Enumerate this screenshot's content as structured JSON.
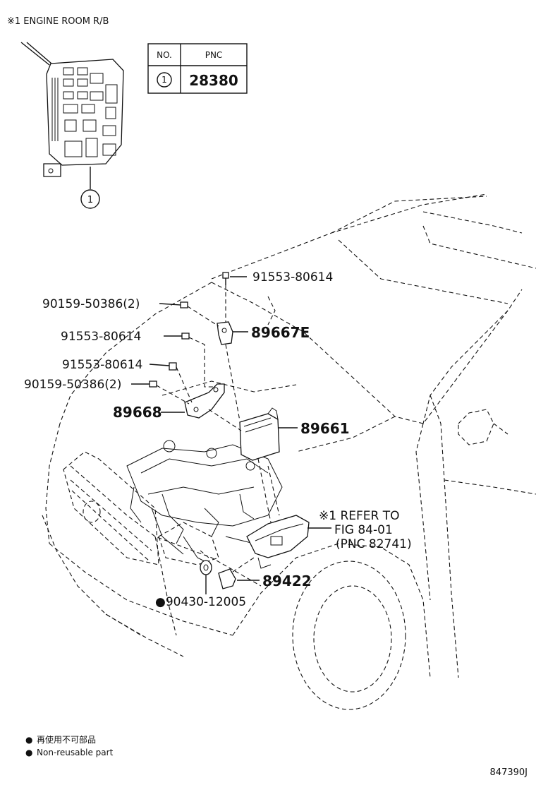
{
  "header": {
    "title": "※1 ENGINE ROOM R/B"
  },
  "table": {
    "col_no": "NO.",
    "col_pnc": "PNC",
    "row_no": "1",
    "row_pnc": "28380"
  },
  "callout_1": "1",
  "parts": {
    "p1": "91553-80614",
    "p2": "90159-50386(2)",
    "p3": "89667E",
    "p4": "91553-80614",
    "p5": "91553-80614",
    "p6": "90159-50386(2)",
    "p7": "89668",
    "p8": "89661",
    "p9": "89422",
    "p10": "●90430-12005"
  },
  "refer": {
    "line1": "※1 REFER TO",
    "line2": "FIG 84-01",
    "line3": "(PNC 82741)"
  },
  "legend": {
    "jp": "再使用不可部品",
    "en": "Non-reusable part",
    "bullet": "●"
  },
  "footer": {
    "code": "847390J"
  }
}
